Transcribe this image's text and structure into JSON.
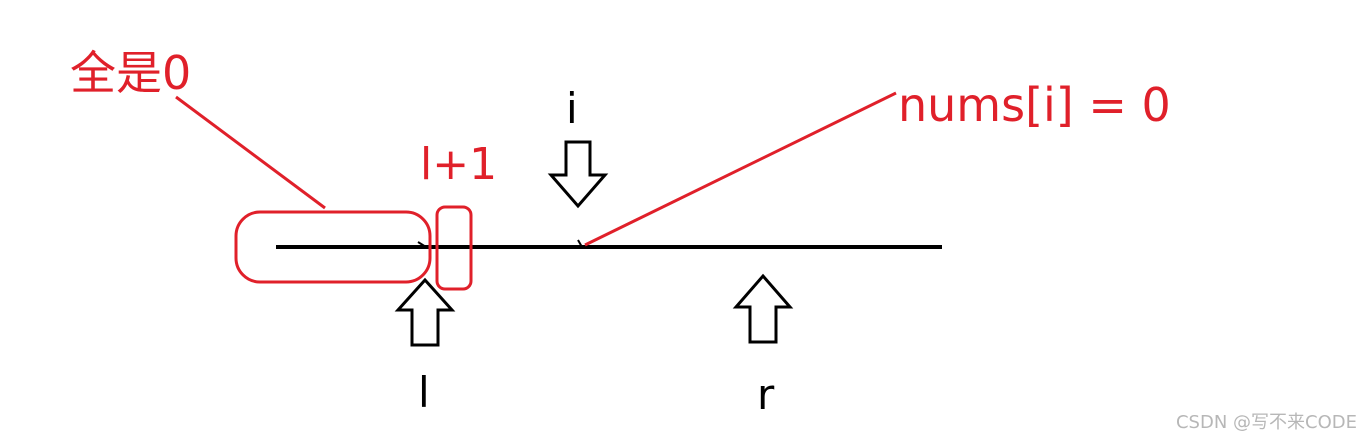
{
  "labels": {
    "all_zero": "全是0",
    "l_plus_1": "l+1",
    "nums_i_eq_0": "nums[i] = 0",
    "pointer_i": "i",
    "pointer_l": "l",
    "pointer_r": "r"
  },
  "watermark": "CSDN @写不来CODE",
  "colors": {
    "annotation": "#e0202a",
    "ink": "#000000",
    "watermark": "#b7b7b7"
  },
  "icons": [
    "down-arrow-icon",
    "up-arrow-icon"
  ]
}
